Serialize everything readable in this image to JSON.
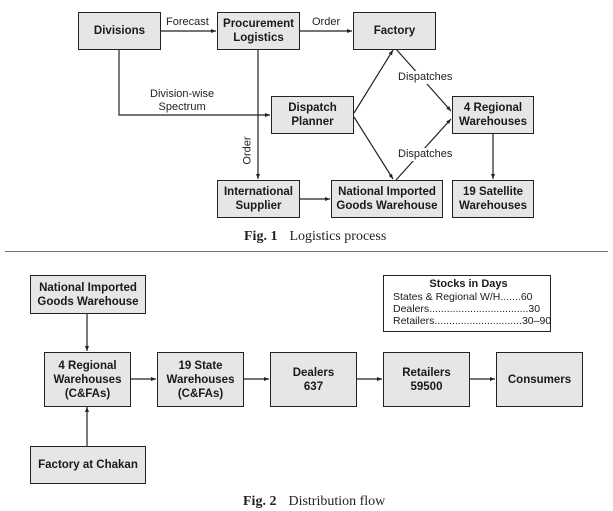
{
  "fig1": {
    "caption_num": "Fig. 1",
    "caption_text": "Logistics process",
    "nodes": {
      "divisions": "Divisions",
      "procurement": "Procurement\nLogistics",
      "factory": "Factory",
      "dispatch_planner": "Dispatch\nPlanner",
      "regional": "4 Regional\nWarehouses",
      "intl_supplier": "International\nSupplier",
      "nigw": "National Imported\nGoods Warehouse",
      "satellite": "19 Satellite\nWarehouses"
    },
    "edge_labels": {
      "forecast": "Forecast",
      "order_top": "Order",
      "division_wise": "Division-wise\nSpectrum",
      "order_vertical": "Order",
      "dispatches_top": "Dispatches",
      "dispatches_bottom": "Dispatches"
    }
  },
  "fig2": {
    "caption_num": "Fig. 2",
    "caption_text": "Distribution flow",
    "nodes": {
      "nigw": "National Imported\nGoods Warehouse",
      "regional": "4 Regional\nWarehouses\n(C&FAs)",
      "state": "19 State\nWarehouses\n(C&FAs)",
      "dealers": "Dealers\n637",
      "retailers": "Retailers\n59500",
      "consumers": "Consumers",
      "factory": "Factory at Chakan"
    },
    "stocks": {
      "title": "Stocks in Days",
      "rows": [
        {
          "label": "States & Regional W/H",
          "dots": ".......",
          "value": "60"
        },
        {
          "label": "Dealers",
          "dots": "..................................",
          "value": "30"
        },
        {
          "label": "Retailers",
          "dots": "..............................",
          "value": "30–90"
        }
      ]
    }
  }
}
